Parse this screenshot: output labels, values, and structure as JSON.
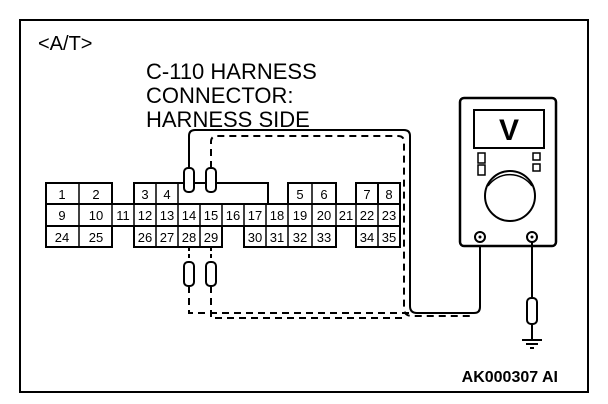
{
  "mode_label": "<A/T>",
  "title_lines": [
    "C-110 HARNESS",
    "CONNECTOR:",
    "HARNESS SIDE"
  ],
  "meter_symbol": "V",
  "figure_code": "AK000307 AI",
  "connector": {
    "row1": {
      "left": [
        "1",
        "2"
      ],
      "mid": [
        "3",
        "4"
      ],
      "right1": [
        "5",
        "6"
      ],
      "right2": [
        "7",
        "8"
      ]
    },
    "row2": [
      "9",
      "10",
      "11",
      "12",
      "13",
      "14",
      "15",
      "16",
      "17",
      "18",
      "19",
      "20",
      "21",
      "22",
      "23"
    ],
    "row3": {
      "left": [
        "24",
        "25"
      ],
      "mid": [
        "26",
        "27",
        "28",
        "29"
      ],
      "right": [
        "30",
        "31",
        "32",
        "33"
      ],
      "far": [
        "34",
        "35"
      ]
    }
  }
}
